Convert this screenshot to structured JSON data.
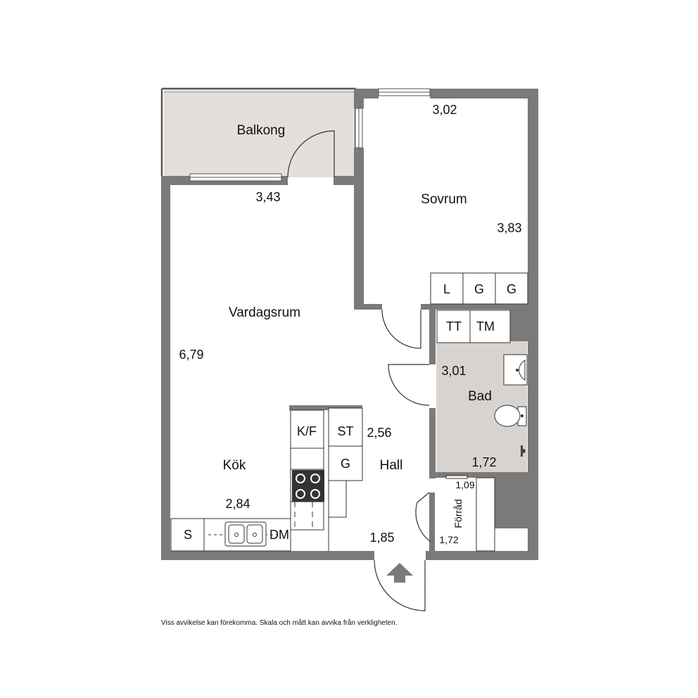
{
  "rooms": {
    "balkong": "Balkong",
    "sovrum": "Sovrum",
    "vardagsrum": "Vardagsrum",
    "kok": "Kök",
    "hall": "Hall",
    "bad": "Bad",
    "forrad": "Förråd"
  },
  "dimensions": {
    "balkong_width": "3,43",
    "sovrum_width": "3,02",
    "sovrum_depth": "3,83",
    "vardagsrum_depth": "6,79",
    "kok_width": "2,84",
    "hall_depth": "2,56",
    "hall_width": "1,85",
    "bad_depth": "3,01",
    "bad_width": "1,72",
    "forrad_width": "1,09",
    "forrad_depth": "1,72"
  },
  "fixtures": {
    "sovrum_closets": [
      "L",
      "G",
      "G"
    ],
    "bad_units": [
      "TT",
      "TM"
    ],
    "kok_fridge": "K/F",
    "hall_storage": "ST",
    "hall_closet": "G",
    "kok_counter_left": "S",
    "kok_dishwasher": "DM"
  },
  "disclaimer": "Viss avvikelse kan förekomma. Skala och mått kan avvika från verkligheten.",
  "colors": {
    "wall": "#7a7a7a",
    "balcony_floor": "#e3dfdc",
    "bath_floor": "#d9d3d0",
    "line": "#444444"
  }
}
